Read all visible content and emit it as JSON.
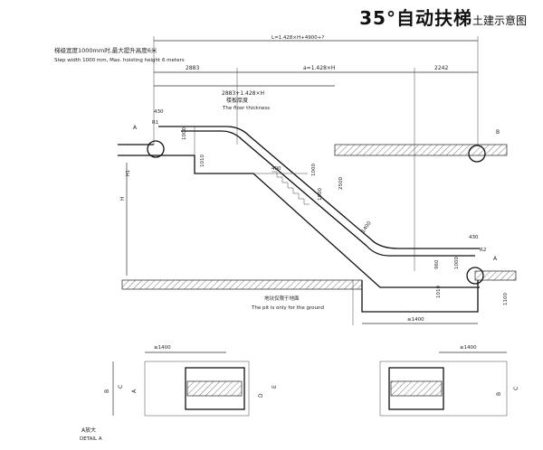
{
  "title": {
    "main": "35°自动扶梯",
    "sub": "土建示意图"
  },
  "notes": {
    "spec_cn": "梯级宽度1000mm时,最大提升高度6米",
    "spec_en": "Step width 1000 mm, Max. hoisting height 6 meters"
  },
  "dims": {
    "total": "L=1.428×H+4900+?",
    "top_landing": "2883",
    "incline_run": "a=1.428×H",
    "bottom_landing": "2242",
    "truss_width": "2883+1.428×H",
    "floor_thickness_cn": "楼板厚度",
    "floor_thickness_en": "The floor thickness",
    "d430_top": "430",
    "r1_top": "R1",
    "d1000_top": "1000",
    "d1010_top": "1010",
    "hsign": "H",
    "d400_step": "400",
    "d1000_mid": "1000",
    "d2500": "2500",
    "d1000_incline": "1000",
    "d1400_incline": "1400",
    "d430_bottom": "430",
    "r2_bottom": "R2",
    "d960": "960",
    "d1000_bottom": "1000",
    "d1010_bottom": "1010",
    "d1100": "1100",
    "d1400_pit": "≥1400",
    "pit_note_cn": "地坑仅限于地面",
    "pit_note_en": "The pit is only for the ground",
    "hval": "H1",
    "label_a_top": "A",
    "label_b_top": "B",
    "label_a_bottom": "A",
    "d1400_plan_left": "≥1400",
    "d1400_plan_right": "≥1400",
    "plan_b": "B",
    "plan_c": "C",
    "plan_a": "A",
    "plan_d": "D",
    "plan_e": "E",
    "plan_b_r": "B",
    "plan_c_r": "C",
    "detail_cn": "A放大",
    "detail_en": "DETAIL A"
  },
  "colors": {
    "line": "#111111",
    "hatch": "#555555"
  }
}
